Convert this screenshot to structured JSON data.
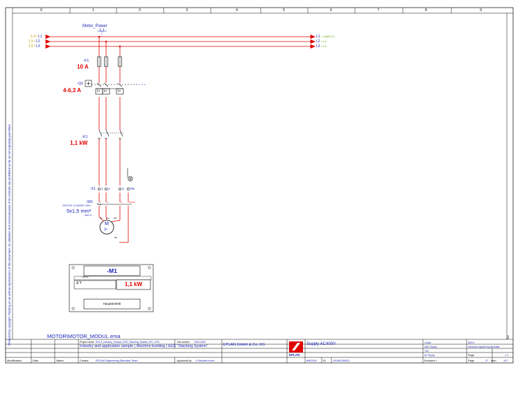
{
  "columns": [
    "0",
    "1",
    "2",
    "3",
    "4",
    "5",
    "6",
    "7",
    "8",
    "9"
  ],
  "left_margin_text": "Protected by copyright. Passing on as well as reproduction of this document, its utilisation and communication of its contents are prohibited as far as not expressly permitted.",
  "row_marker": "2",
  "header_group": {
    "label": "Motor_Power",
    "index": "1.1"
  },
  "buses": {
    "left": [
      {
        "ref": "1.4 /",
        "name": "L1"
      },
      {
        "ref": "1.5 /",
        "name": "L2"
      },
      {
        "ref": "1.5 /",
        "name": "L3"
      }
    ],
    "right": [
      {
        "name": "L1",
        "ref": "/ =GAE/1.4"
      },
      {
        "name": "L2",
        "ref": "/ 1.4"
      },
      {
        "name": "L3",
        "ref": "/ 1.4"
      }
    ]
  },
  "components": {
    "fuse": {
      "tag": "-F1",
      "rating": "10 A"
    },
    "breaker": {
      "tag": "-Q1",
      "rating": "4-6,3 A",
      "trip_labels": [
        "I>",
        "I>",
        "I>"
      ]
    },
    "contactor": {
      "tag": "-K1",
      "rating": "1,1 kW"
    },
    "terminal": {
      "tag": "-X1",
      "terminals": [
        "1",
        "2",
        "3",
        "PE"
      ]
    },
    "cable": {
      "tag": "-W1",
      "type": "ÖLFLEX CLASSIC 100 ▪",
      "section": "5x1,5 mm²",
      "voltage": "400 V",
      "cores": [
        "1",
        "2",
        "3",
        "GNYE"
      ]
    },
    "motor": {
      "letter": "M",
      "phase": "3~",
      "pins": [
        "U1",
        "V1",
        "W1",
        "PE"
      ]
    }
  },
  "motor_box": {
    "title": "-M1",
    "article": "=AT/Tx",
    "delta_label": "Δ Y",
    "power": "1,1 kW",
    "description": "Hauptantrieb"
  },
  "macro_path": "MOTOR\\MOTOR_MODUL.ema",
  "title_block": {
    "project_name_label": "Project name",
    "project_name": "EEC3_Industry_Sample_EES_Stacking_System_IEC_VPA",
    "job_number_label": "Job number",
    "job_number": "2022-0001",
    "description": "Industry and application sample | Machine building | EES \"Stacking System\"",
    "creator_label": "Creator",
    "creator": "EPLAN Engineering Standard Team",
    "approved_label": "Approved by",
    "approved": "<Checked from>",
    "company": "EPLAN GmbH & Co. KG",
    "page_title": "Supply AC400V",
    "date": "8/8/2024",
    "id_label": "ID",
    "id_value": "UG46GS8823",
    "func_code": "=GAA",
    "func_desc": "SEF3",
    "func_desc2": "Electrical engineering schematic",
    "location_code": "+S1",
    "supply_small": "400V Supply",
    "supply_small2": "AC Supply",
    "page_label": "Page",
    "page_value": "1.1",
    "page_num_label": "Page",
    "page_num": "27",
    "from_label": "from",
    "from_value": "137",
    "enclosure_label": "Enclosure +",
    "rev_headers": [
      "Modification",
      "Date",
      "Name"
    ],
    "logo_text": "EPLAN"
  }
}
